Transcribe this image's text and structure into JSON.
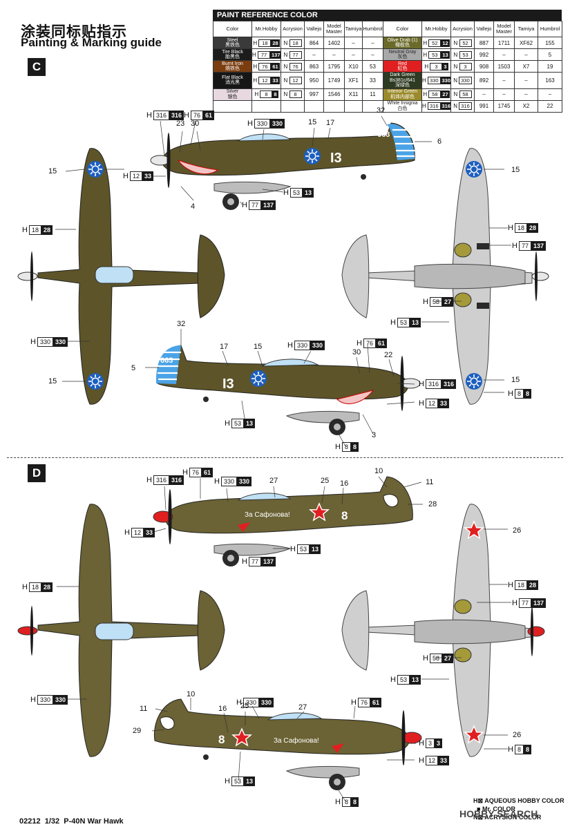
{
  "header": {
    "title_cn": "涂装同标贴指示",
    "title_en": "Painting & Marking guide"
  },
  "sections": {
    "c": "C",
    "d": "D"
  },
  "paint_table": {
    "title": "PAINT  REFERENCE COLOR",
    "headers": [
      "Color",
      "Mr.Hobby",
      "Acrysion",
      "Vallejo",
      "Model Master",
      "Tamiya",
      "Humbrol"
    ],
    "left": [
      {
        "color_en": "Steel",
        "color_cn": "黑铁色",
        "swatch": "#3a3a3a",
        "text": "#fff",
        "h": "18",
        "h2": "28",
        "n": "18",
        "vallejo": "864",
        "mm": "1402",
        "tamiya": "–",
        "humbrol": "–"
      },
      {
        "color_en": "Tire Black",
        "color_cn": "胎黑色",
        "swatch": "#1c1c1c",
        "text": "#fff",
        "h": "77",
        "h2": "137",
        "n": "77",
        "vallejo": "–",
        "mm": "–",
        "tamiya": "–",
        "humbrol": "–"
      },
      {
        "color_en": "Burnt Iron",
        "color_cn": "燒铁色",
        "swatch": "#7a3d10",
        "text": "#fff",
        "h": "76",
        "h2": "61",
        "n": "76",
        "vallejo": "863",
        "mm": "1795",
        "tamiya": "X10",
        "humbrol": "53"
      },
      {
        "color_en": "Flat Black",
        "color_cn": "消光黑",
        "swatch": "#161616",
        "text": "#fff",
        "h": "12",
        "h2": "33",
        "n": "12",
        "vallejo": "950",
        "mm": "1749",
        "tamiya": "XF1",
        "humbrol": "33"
      },
      {
        "color_en": "Silver",
        "color_cn": "银色",
        "swatch": "#e8d9e0",
        "text": "#222",
        "h": "8",
        "h2": "8",
        "n": "8",
        "vallejo": "997",
        "mm": "1546",
        "tamiya": "X11",
        "humbrol": "11"
      }
    ],
    "right": [
      {
        "color_en": "Olive Drab (1)",
        "color_cn": "橄榄色",
        "swatch": "#6b6a2a",
        "text": "#fff",
        "h": "52",
        "h2": "12",
        "n": "52",
        "vallejo": "887",
        "mm": "1711",
        "tamiya": "XF62",
        "humbrol": "155"
      },
      {
        "color_en": "Neutral Gray",
        "color_cn": "灰色",
        "swatch": "#a8a8a8",
        "text": "#222",
        "h": "53",
        "h2": "13",
        "n": "53",
        "vallejo": "992",
        "mm": "–",
        "tamiya": "–",
        "humbrol": "5"
      },
      {
        "color_en": "Red",
        "color_cn": "紅色",
        "swatch": "#e02020",
        "text": "#fff",
        "h": "3",
        "h2": "3",
        "n": "3",
        "vallejo": "908",
        "mm": "1503",
        "tamiya": "X7",
        "humbrol": "19"
      },
      {
        "color_en": "Dark Green Bs381c/641",
        "color_cn": "深绿色",
        "swatch": "#2e3a22",
        "text": "#fff",
        "h": "330",
        "h2": "330",
        "n": "330",
        "vallejo": "892",
        "mm": "–",
        "tamiya": "–",
        "humbrol": "163"
      },
      {
        "color_en": "Interior Green",
        "color_cn": "机体内部色",
        "swatch": "#9a8a2a",
        "text": "#fff",
        "h": "58",
        "h2": "27",
        "n": "58",
        "vallejo": "–",
        "mm": "–",
        "tamiya": "–",
        "humbrol": "–"
      },
      {
        "color_en": "White Insignia",
        "color_cn": "白色",
        "swatch": "#ffffff",
        "text": "#222",
        "h": "316",
        "h2": "316",
        "n": "316",
        "vallejo": "991",
        "mm": "1745",
        "tamiya": "X2",
        "humbrol": "22"
      }
    ]
  },
  "callouts": {
    "c_316": {
      "h": "316",
      "c": "316"
    },
    "c_76": {
      "h": "76",
      "c": "61"
    },
    "c_330": {
      "h": "330",
      "c": "330"
    },
    "c_12": {
      "h": "12",
      "c": "33"
    },
    "c_53": {
      "h": "53",
      "c": "13"
    },
    "c_77": {
      "h": "77",
      "c": "137"
    },
    "c_18": {
      "h": "18",
      "c": "28"
    },
    "c_58": {
      "h": "58",
      "c": "27"
    },
    "c_8": {
      "h": "8",
      "c": "8"
    },
    "c_3": {
      "h": "3",
      "c": "3"
    }
  },
  "numbers": {
    "n32": "32",
    "n23": "23",
    "n30": "30",
    "n15": "15",
    "n17": "17",
    "n6": "6",
    "n4": "4",
    "n5": "5",
    "n22": "22",
    "n3": "3",
    "n27": "27",
    "n25": "25",
    "n16": "16",
    "n10": "10",
    "n11": "11",
    "n28": "28",
    "n26": "26",
    "n29": "29"
  },
  "markings": {
    "code_c": "I3",
    "tail_c": "663",
    "code_d": "8",
    "slogan_d": "За Сафонова!"
  },
  "legend": {
    "h_line": "AQUEOUS HOBBY COLOR",
    "m_line": "Mr. COLOR",
    "n_line": "ACRYSION COLOR",
    "h": "H",
    "n": "N"
  },
  "footer": {
    "code": "02212",
    "scale": "1/32",
    "model": "P-40N War Hawk"
  },
  "watermark": "HOBBY SEARCH"
}
